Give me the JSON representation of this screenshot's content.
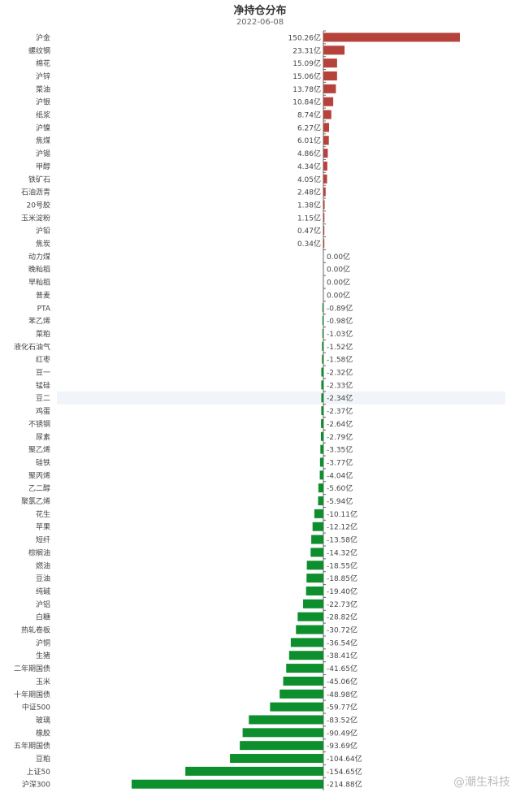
{
  "chart_data": {
    "type": "bar",
    "orientation": "horizontal",
    "title": "净持仓分布",
    "subtitle": "2022-06-08",
    "value_suffix": "亿",
    "colors": {
      "positive": "#b5423b",
      "negative": "#0c8f2c",
      "highlight_row": "#f1f4f8"
    },
    "highlight_category": "豆二",
    "categories": [
      "沪金",
      "螺纹钢",
      "棉花",
      "沪锌",
      "菜油",
      "沪银",
      "纸浆",
      "沪镍",
      "焦煤",
      "沪锡",
      "甲醇",
      "铁矿石",
      "石油沥青",
      "20号胶",
      "玉米淀粉",
      "沪铅",
      "焦炭",
      "动力煤",
      "晚籼稻",
      "早籼稻",
      "普麦",
      "PTA",
      "苯乙烯",
      "菜粕",
      "液化石油气",
      "红枣",
      "豆一",
      "锰硅",
      "豆二",
      "鸡蛋",
      "不锈钢",
      "尿素",
      "聚乙烯",
      "硅铁",
      "聚丙烯",
      "乙二醇",
      "聚氯乙烯",
      "花生",
      "苹果",
      "短纤",
      "棕榈油",
      "燃油",
      "豆油",
      "纯碱",
      "沪铝",
      "白糖",
      "热轧卷板",
      "沪铜",
      "生猪",
      "二年期国债",
      "玉米",
      "十年期国债",
      "中证500",
      "玻璃",
      "橡胶",
      "五年期国债",
      "豆粕",
      "上证50",
      "沪深300"
    ],
    "values": [
      150.26,
      23.31,
      15.09,
      15.06,
      13.78,
      10.84,
      8.74,
      6.27,
      6.01,
      4.86,
      4.34,
      4.05,
      2.48,
      1.38,
      1.15,
      0.47,
      0.34,
      0.0,
      0.0,
      0.0,
      0.0,
      -0.89,
      -0.98,
      -1.03,
      -1.52,
      -1.58,
      -2.32,
      -2.33,
      -2.34,
      -2.37,
      -2.64,
      -2.79,
      -3.35,
      -3.77,
      -4.04,
      -5.6,
      -5.94,
      -10.11,
      -12.12,
      -13.58,
      -14.32,
      -18.55,
      -18.85,
      -19.4,
      -22.73,
      -28.82,
      -30.72,
      -36.54,
      -38.41,
      -41.65,
      -45.06,
      -48.98,
      -59.77,
      -83.52,
      -90.49,
      -93.69,
      -104.64,
      -154.65,
      -214.88
    ],
    "xlim": [
      -214.88,
      150.26
    ],
    "grid": false,
    "legend": "none"
  },
  "watermark": {
    "text": "@潮生科技"
  }
}
